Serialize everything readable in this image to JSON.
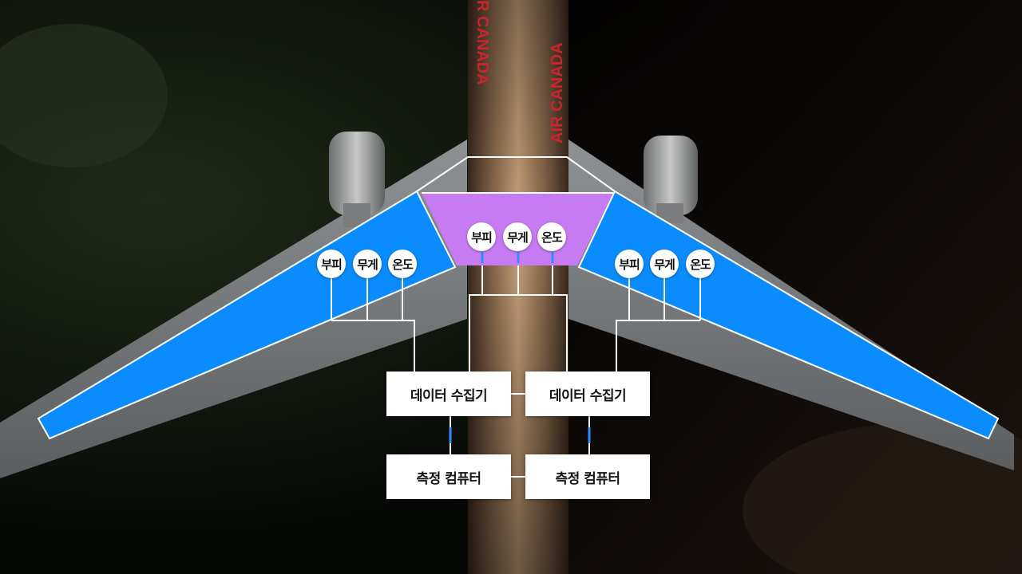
{
  "fuselage_text": "AIR CANADA",
  "sensor_labels": {
    "buoyancy": "부피",
    "weight": "무게",
    "temperature": "온도"
  },
  "left_wing_sensors": [
    "부피",
    "무게",
    "온도"
  ],
  "center_sensors": [
    "부피",
    "무게",
    "온도"
  ],
  "right_wing_sensors": [
    "부피",
    "무게",
    "온도"
  ],
  "collectors": {
    "left": "데이터 수집기",
    "right": "데이터 수집기"
  },
  "computers": {
    "left": "측정 컴퓨터",
    "right": "측정 컴퓨터"
  },
  "colors": {
    "wing_tank": "#0a8cff",
    "center_tank": "#c77bf2",
    "signal": "#2f8dff",
    "line": "#ffffff"
  }
}
